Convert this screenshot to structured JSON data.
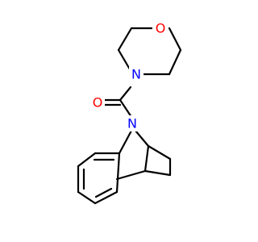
{
  "molecule": {
    "atoms": {
      "morpholine_oxygen": {
        "symbol": "O",
        "color": "#ff0000"
      },
      "morpholine_nitrogen": {
        "symbol": "N",
        "color": "#0000ff"
      },
      "carbonyl_oxygen": {
        "symbol": "O",
        "color": "#ff0000"
      },
      "bridge_nitrogen": {
        "symbol": "N",
        "color": "#0000ff"
      }
    },
    "bond_color": "#000000",
    "background": "#ffffff"
  }
}
